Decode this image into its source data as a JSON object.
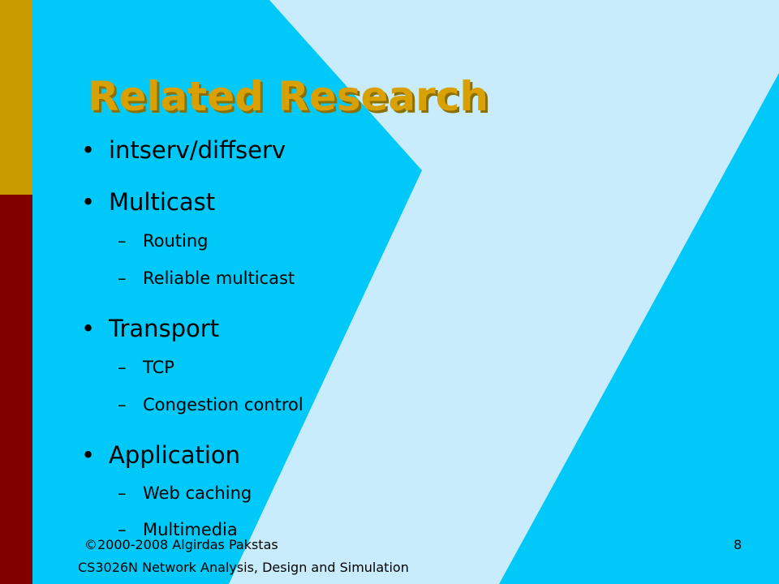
{
  "slide": {
    "title": "Related Research",
    "bullets": [
      {
        "marker": "•",
        "text": "intserv/diffserv"
      },
      {
        "marker": "•",
        "text": "Multicast"
      },
      {
        "marker": "–",
        "text": "Routing"
      },
      {
        "marker": "–",
        "text": "Reliable multicast"
      },
      {
        "marker": "•",
        "text": "Transport"
      },
      {
        "marker": "–",
        "text": "TCP"
      },
      {
        "marker": "–",
        "text": "Congestion control"
      },
      {
        "marker": "•",
        "text": "Application"
      },
      {
        "marker": "–",
        "text": "Web caching"
      },
      {
        "marker": "–",
        "text": "Multimedia"
      }
    ]
  },
  "footer": {
    "copyright": "©2000-2008 Algirdas Pakstas",
    "page_number": "8",
    "course": "CS3026N Network Analysis, Design and Simulation"
  },
  "colors": {
    "background": "#00c8f8",
    "diamond": "#c8ecfc",
    "gold_bar": "#c89a00",
    "maroon_bar": "#800000",
    "title": "#d8a000"
  }
}
